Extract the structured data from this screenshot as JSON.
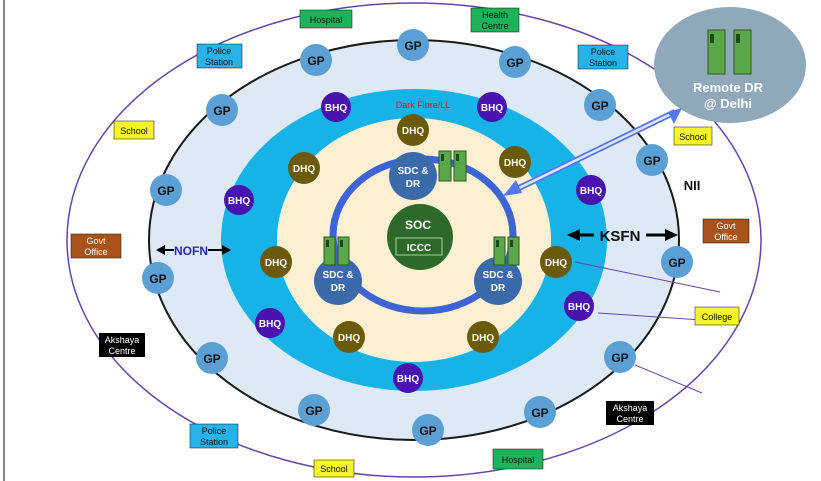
{
  "labels": {
    "gp": "GP",
    "bhq": "BHQ",
    "dhq": "DHQ",
    "sdc_line1": "SDC &",
    "sdc_line2": "DR",
    "soc": "SOC",
    "iccc": "ICCC",
    "dark_fibre": "Dark Fibre/LL",
    "ksfn": "KSFN",
    "nofn": "NOFN",
    "nii": "NII",
    "remote_line1": "Remote DR",
    "remote_line2": "@ Delhi"
  },
  "outer_tags": {
    "hospital": "Hospital",
    "health_centre_line1": "Health",
    "health_centre_line2": "Centre",
    "police_line1": "Police",
    "police_line2": "Station",
    "school": "School",
    "govt_line1": "Govt",
    "govt_line2": "Office",
    "akshaya_line1": "Akshaya",
    "akshaya_line2": "Centre",
    "college": "College"
  },
  "colors": {
    "gp": "#5ba0d5",
    "bhq": "#4a12b0",
    "dhq": "#6b5a0a",
    "sdc": "#3a6aaa",
    "soc": "#2d6a2a",
    "cyan_ring": "#17b3e6",
    "light_ring": "#dde9f4",
    "cream": "#fcefd2",
    "blue_ring": "#3d63d4",
    "remote": "#8fa8ba",
    "hospital": "#1db35a",
    "police": "#28b2ea",
    "school": "#f5f230",
    "govt": "#a8531a",
    "akshaya": "#000000"
  }
}
